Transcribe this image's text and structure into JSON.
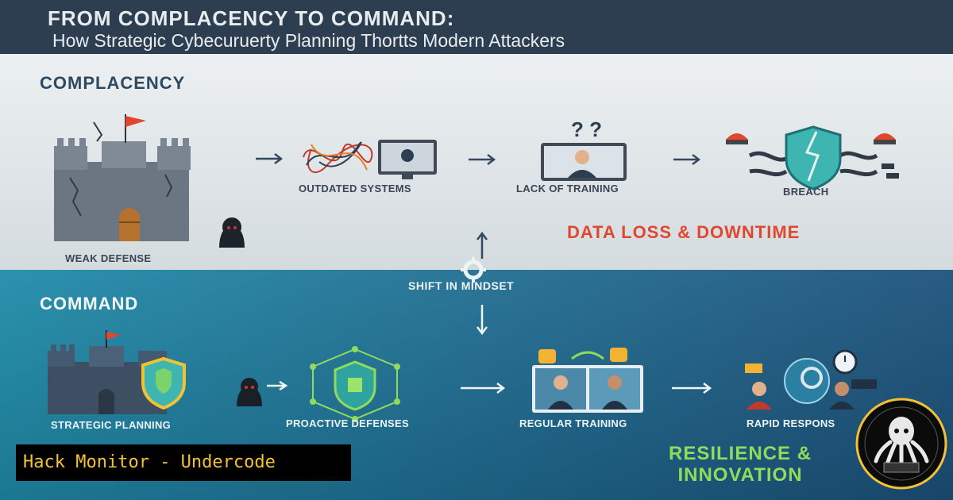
{
  "header": {
    "title": "FROM COMPLACENCY TO COMMAND:",
    "subtitle": "How Strategic Cybecuruerty Planning Thortts Modern Attackers"
  },
  "complacency": {
    "title": "COMPLACENCY",
    "steps": [
      {
        "label": "WEAK DEFENSE",
        "icon": "crumbling-castle"
      },
      {
        "label": "OUTDATED SYSTEMS",
        "icon": "tangled-wires"
      },
      {
        "label": "LACK OF TRAINING",
        "icon": "confused-user"
      },
      {
        "label": "BREACH",
        "icon": "broken-shield"
      }
    ],
    "outcome": "DATA LOSS & DOWNTIME"
  },
  "shift": {
    "label": "SHIFT IN MINDSET",
    "icon": "gear"
  },
  "command": {
    "title": "COMMAND",
    "steps": [
      {
        "label": "STRATEGIC PLANNING",
        "icon": "fortified-castle"
      },
      {
        "label": "PROACTIVE DEFENSES",
        "icon": "hexagon-shield"
      },
      {
        "label": "REGULAR TRAINING",
        "icon": "training-session"
      },
      {
        "label": "RAPID RESPONS",
        "icon": "response-team"
      }
    ],
    "outcome_line1": "RESILIENCE &",
    "outcome_line2": "INNOVATION"
  },
  "brand": {
    "label": "Hack Monitor - Undercode",
    "logo_icon": "octopus-logo"
  },
  "colors": {
    "header_bg": "#2c3e50",
    "danger": "#e0472f",
    "success": "#8fdc5c",
    "brand_text": "#f2c230"
  }
}
